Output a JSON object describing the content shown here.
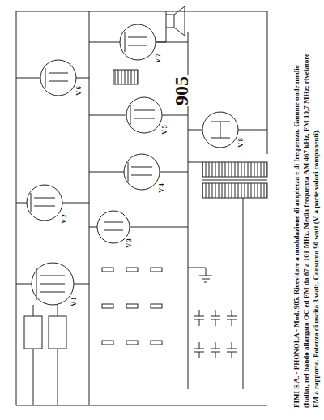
{
  "diagram": {
    "title": "FIMI S.A. - PHONOLA - Mod. 905. Ricevitore a modulazione di ampiezza e di frequenza.",
    "caption": "Gamme onde medie (Italia), nel bando allargato OC ed FM da 87 a 101 MHz. Media frequenza AM 467 kHz, FM 10,7 MHz; rivelatore FM a rapporto. Potenza di uscita 3 watt. Consumo 90 watt (V. a parte valori componenti).",
    "labels": [
      "905",
      "V 1",
      "V 2",
      "V 3",
      "V 4",
      "V 5",
      "V 6",
      "V 7",
      "V 8"
    ]
  }
}
